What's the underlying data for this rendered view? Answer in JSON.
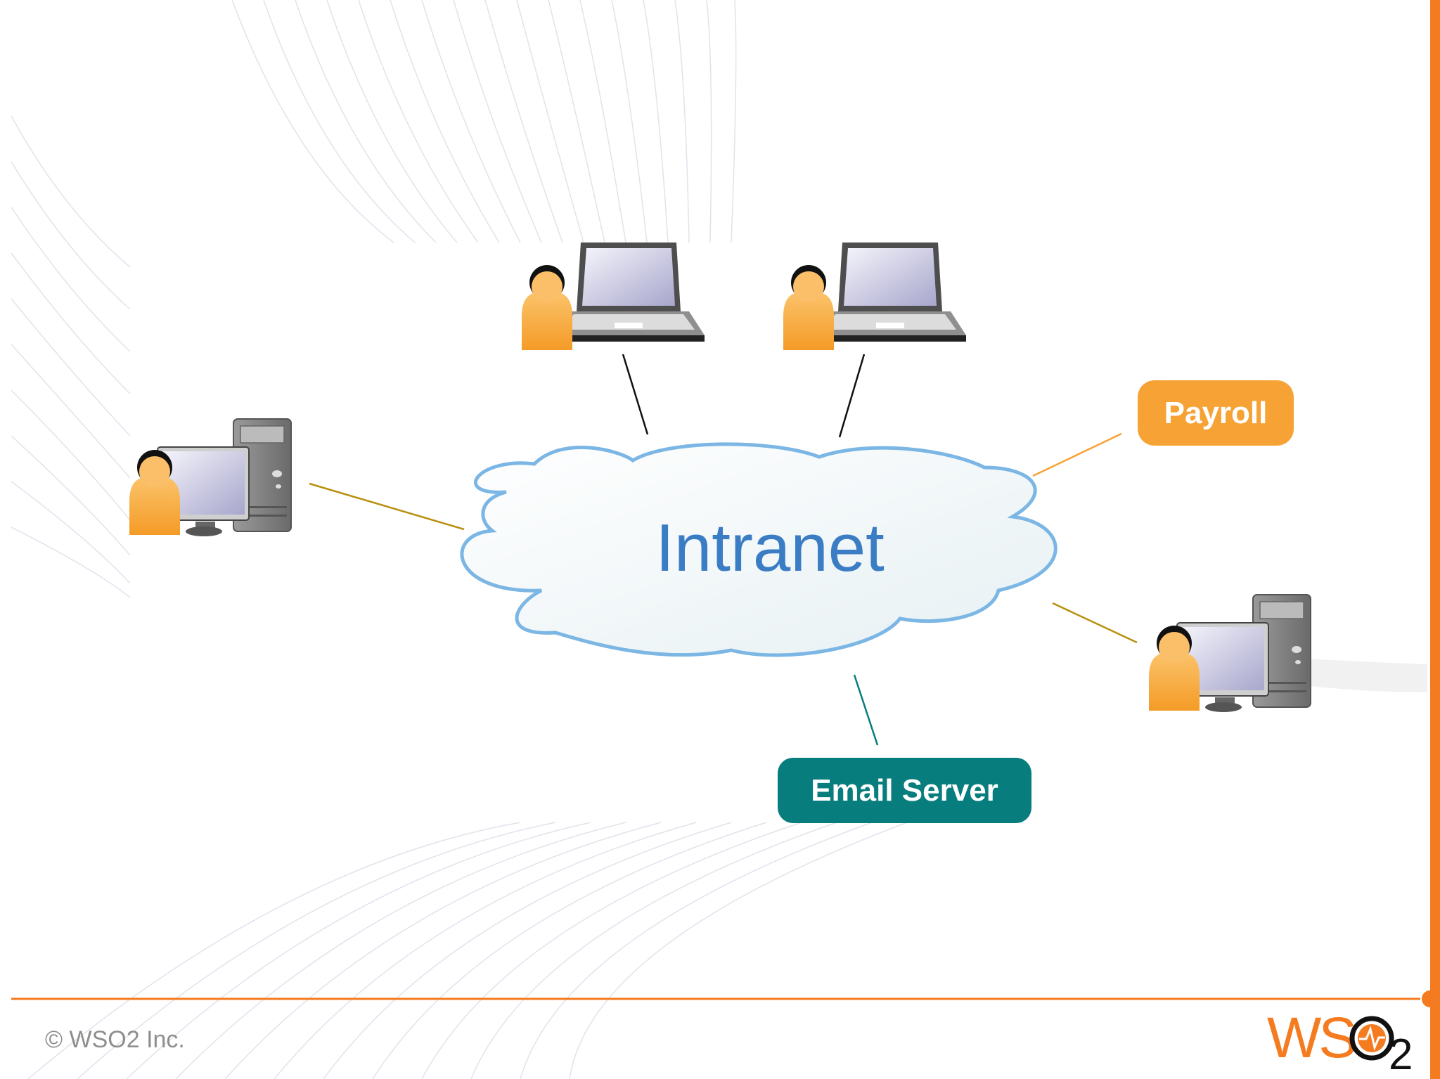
{
  "diagram": {
    "center": {
      "label": "Intranet"
    },
    "nodes": {
      "payroll": {
        "label": "Payroll"
      },
      "email_server": {
        "label": "Email Server"
      },
      "laptop_user_1": {
        "icon": "user-laptop-icon"
      },
      "laptop_user_2": {
        "icon": "user-laptop-icon"
      },
      "desktop_user_left": {
        "icon": "user-desktop-icon"
      },
      "desktop_user_right": {
        "icon": "user-desktop-icon"
      }
    }
  },
  "footer": {
    "copyright": "© WSO2 Inc.",
    "logo_text": "WSO2"
  },
  "colors": {
    "accent_orange": "#f47b20",
    "payroll_orange": "#f7a234",
    "email_teal": "#087d7d",
    "cloud_blue": "#7bb6e4",
    "intranet_text": "#3b7dc4"
  }
}
